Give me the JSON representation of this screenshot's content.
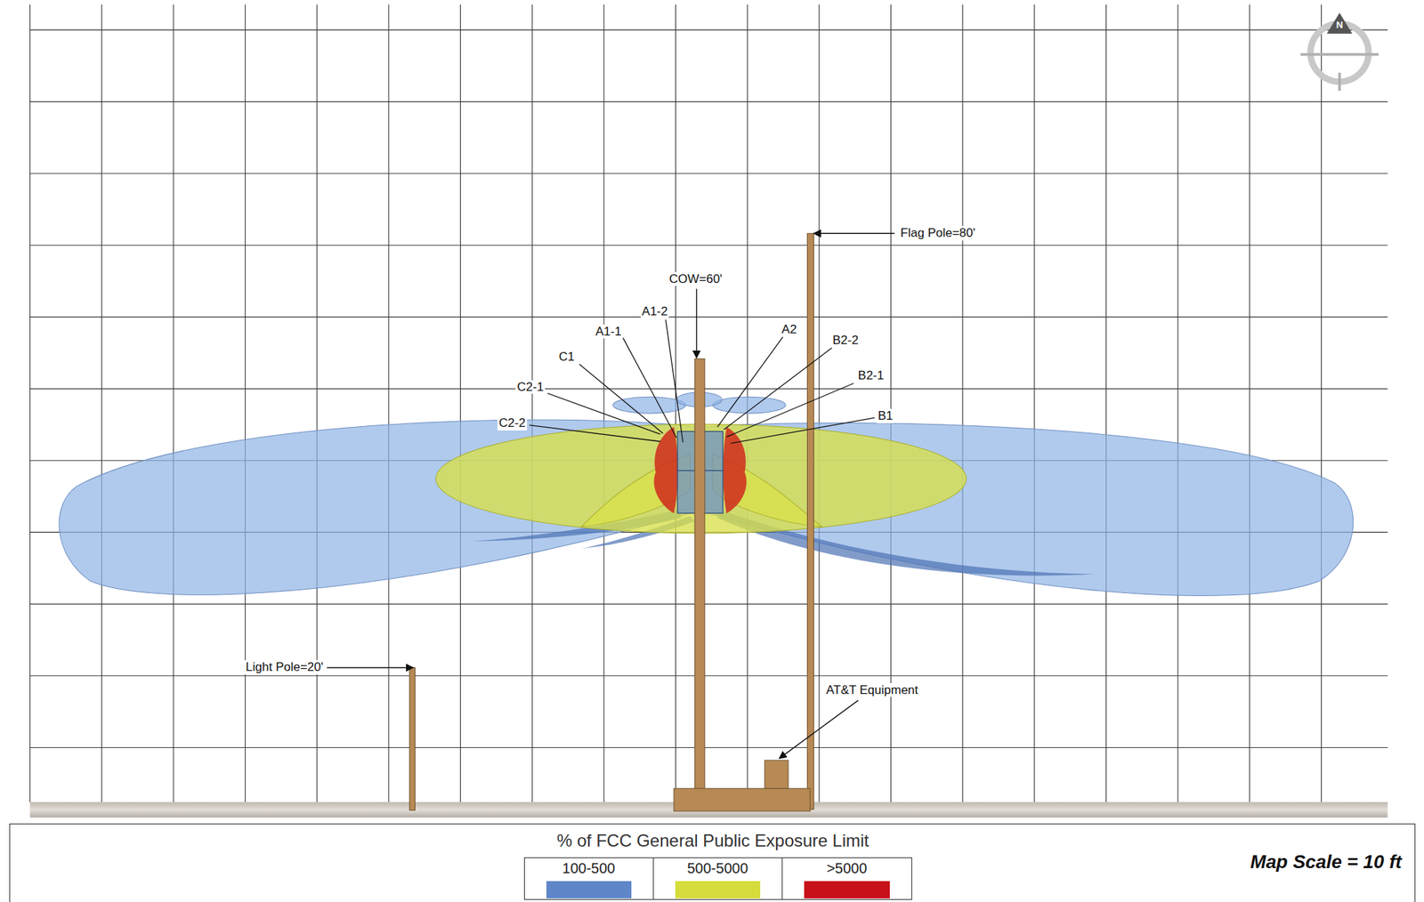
{
  "diagram": {
    "labels": [
      "Flag Pole=80'",
      "COW=60'",
      "A1-2",
      "A1-1",
      "A2",
      "C1",
      "B2-2",
      "B2-1",
      "C2-1",
      "C2-2",
      "B1",
      "Light Pole=20'",
      "AT&T Equipment",
      "% of FCC General Public Exposure Limit",
      "Map Scale = 10 ft",
      "N"
    ],
    "legend": [
      {
        "text": "100-500",
        "color": "#5f86c9"
      },
      {
        "text": "500-5000",
        "color": "#d6dc3c"
      },
      {
        "text": ">5000",
        "color": "#c8101a"
      }
    ]
  }
}
